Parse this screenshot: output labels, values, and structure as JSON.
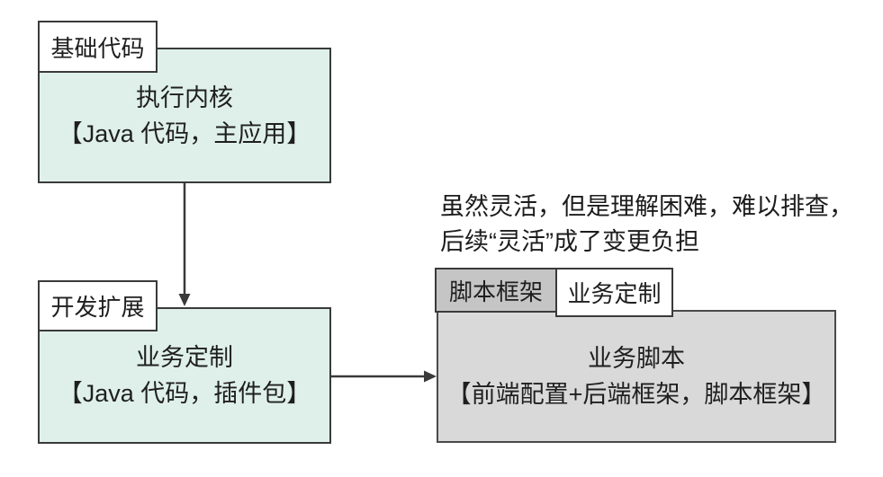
{
  "diagram": {
    "background": "#ffffff",
    "colors": {
      "node_fill_mint": "#dff0ea",
      "node_fill_gray": "#d9d9d9",
      "tab_fill_gray": "#c5c5c5",
      "tab_fill_white": "#ffffff",
      "border": "#3a3a3a",
      "text": "#1f1f1f",
      "arrow": "#3a3a3a"
    },
    "base_code": {
      "tag": "基础代码",
      "line1": "执行内核",
      "line2": "【Java 代码，主应用】"
    },
    "dev_extend": {
      "tag": "开发扩展",
      "line1": "业务定制",
      "line2": "【Java 代码，插件包】"
    },
    "note": {
      "line1": "虽然灵活，但是理解困难，难以排查，",
      "line2": "后续“灵活”成了变更负担"
    },
    "script_box": {
      "tab_left": "脚本框架",
      "tab_right": "业务定制",
      "line1": "业务脚本",
      "line2": "【前端配置+后端框架，脚本框架】"
    }
  }
}
